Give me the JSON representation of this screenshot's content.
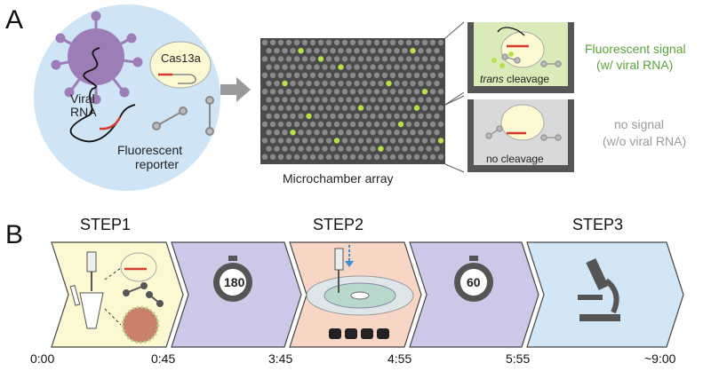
{
  "panelA": {
    "letter": "A",
    "virus_labels": {
      "cas": "Cas13a",
      "viral_rna_line1": "Viral",
      "viral_rna_line2": "RNA",
      "reporter_line1": "Fluorescent",
      "reporter_line2": "reporter"
    },
    "array_label": "Microchamber array",
    "positive": {
      "cleavage_italic": "trans",
      "cleavage_rest": " cleavage",
      "signal_line1": "Fluorescent signal",
      "signal_line2": "(w/ viral RNA)"
    },
    "negative": {
      "cleavage": "no cleavage",
      "signal_line1": "no signal",
      "signal_line2": "(w/o viral RNA)"
    },
    "colors": {
      "virus": "#9d7db8",
      "circle_bg": "#cfe4f5",
      "green_dot": "#b8e04a",
      "signal_green": "#5aa33a",
      "grey_text": "#9a9a9a"
    }
  },
  "panelB": {
    "letter": "B",
    "steps": [
      "STEP1",
      "STEP2",
      "STEP3"
    ],
    "timers": [
      "180",
      "60"
    ],
    "times": [
      "0:00",
      "0:45",
      "3:45",
      "4:55",
      "5:55",
      "~9:00"
    ],
    "colors": {
      "step1": "#fbf8d2",
      "wait": "#cdc8e8",
      "step2": "#f7d6c6",
      "step3": "#d2e6f6"
    }
  }
}
